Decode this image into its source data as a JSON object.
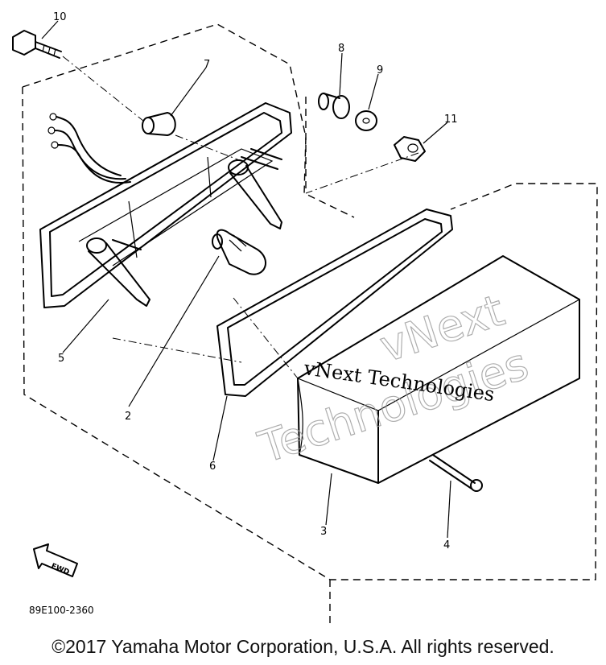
{
  "callouts": {
    "c1": "2",
    "c2": "3",
    "c3": "4",
    "c4": "5",
    "c5": "6",
    "c6": "7",
    "c7": "8",
    "c8": "9",
    "c9": "10",
    "c10": "11"
  },
  "direction_label": "FWD",
  "diagram_code": "89E100-2360",
  "watermark": {
    "line1": "vNext",
    "line2": "Technologies",
    "inline": "vNext Technologies"
  },
  "copyright": "©2017 Yamaha Motor Corporation, U.S.A. All rights reserved."
}
